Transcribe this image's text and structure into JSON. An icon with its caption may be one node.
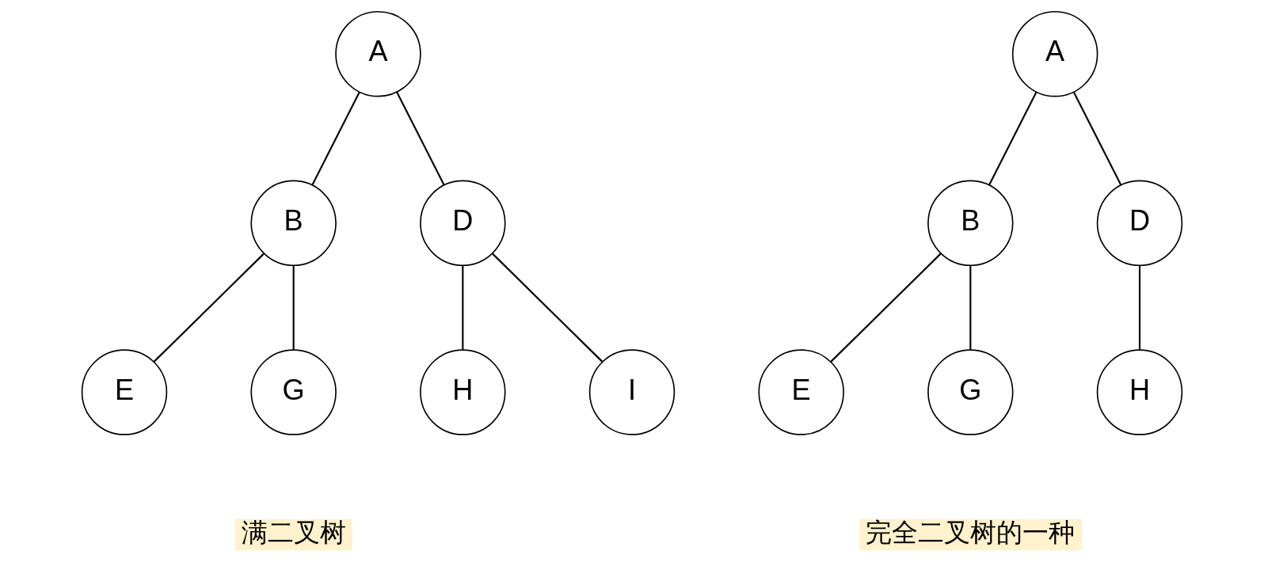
{
  "diagram": {
    "nodes": [
      {
        "text": [
          "A"
        ]
      },
      {
        "text": [
          "B"
        ]
      },
      {
        "text": [
          "D"
        ]
      },
      {
        "text": [
          "E"
        ]
      },
      {
        "text": [
          "G"
        ]
      },
      {
        "text": [
          "H"
        ]
      },
      {
        "text": [
          "I"
        ]
      },
      {
        "text": [
          "A"
        ]
      },
      {
        "text": [
          "B"
        ]
      },
      {
        "text": [
          "D"
        ]
      },
      {
        "text": [
          "E"
        ]
      },
      {
        "text": [
          "G"
        ]
      },
      {
        "text": [
          "H"
        ]
      }
    ],
    "edges": [
      {
        "from": 0,
        "to": 1,
        "arrow": "none"
      },
      {
        "from": 0,
        "to": 2,
        "arrow": "none"
      },
      {
        "from": 1,
        "to": 3,
        "arrow": "none"
      },
      {
        "from": 1,
        "to": 4,
        "arrow": "none"
      },
      {
        "from": 2,
        "to": 5,
        "arrow": "none"
      },
      {
        "from": 2,
        "to": 6,
        "arrow": "none"
      },
      {
        "from": 7,
        "to": 8,
        "arrow": "none"
      },
      {
        "from": 7,
        "to": 9,
        "arrow": "none"
      },
      {
        "from": 8,
        "to": 10,
        "arrow": "none"
      },
      {
        "from": 8,
        "to": 11,
        "arrow": "none"
      },
      {
        "from": 9,
        "to": 12,
        "arrow": "none"
      }
    ],
    "labels": [
      "满二叉树",
      "完全二叉树的一种"
    ]
  }
}
